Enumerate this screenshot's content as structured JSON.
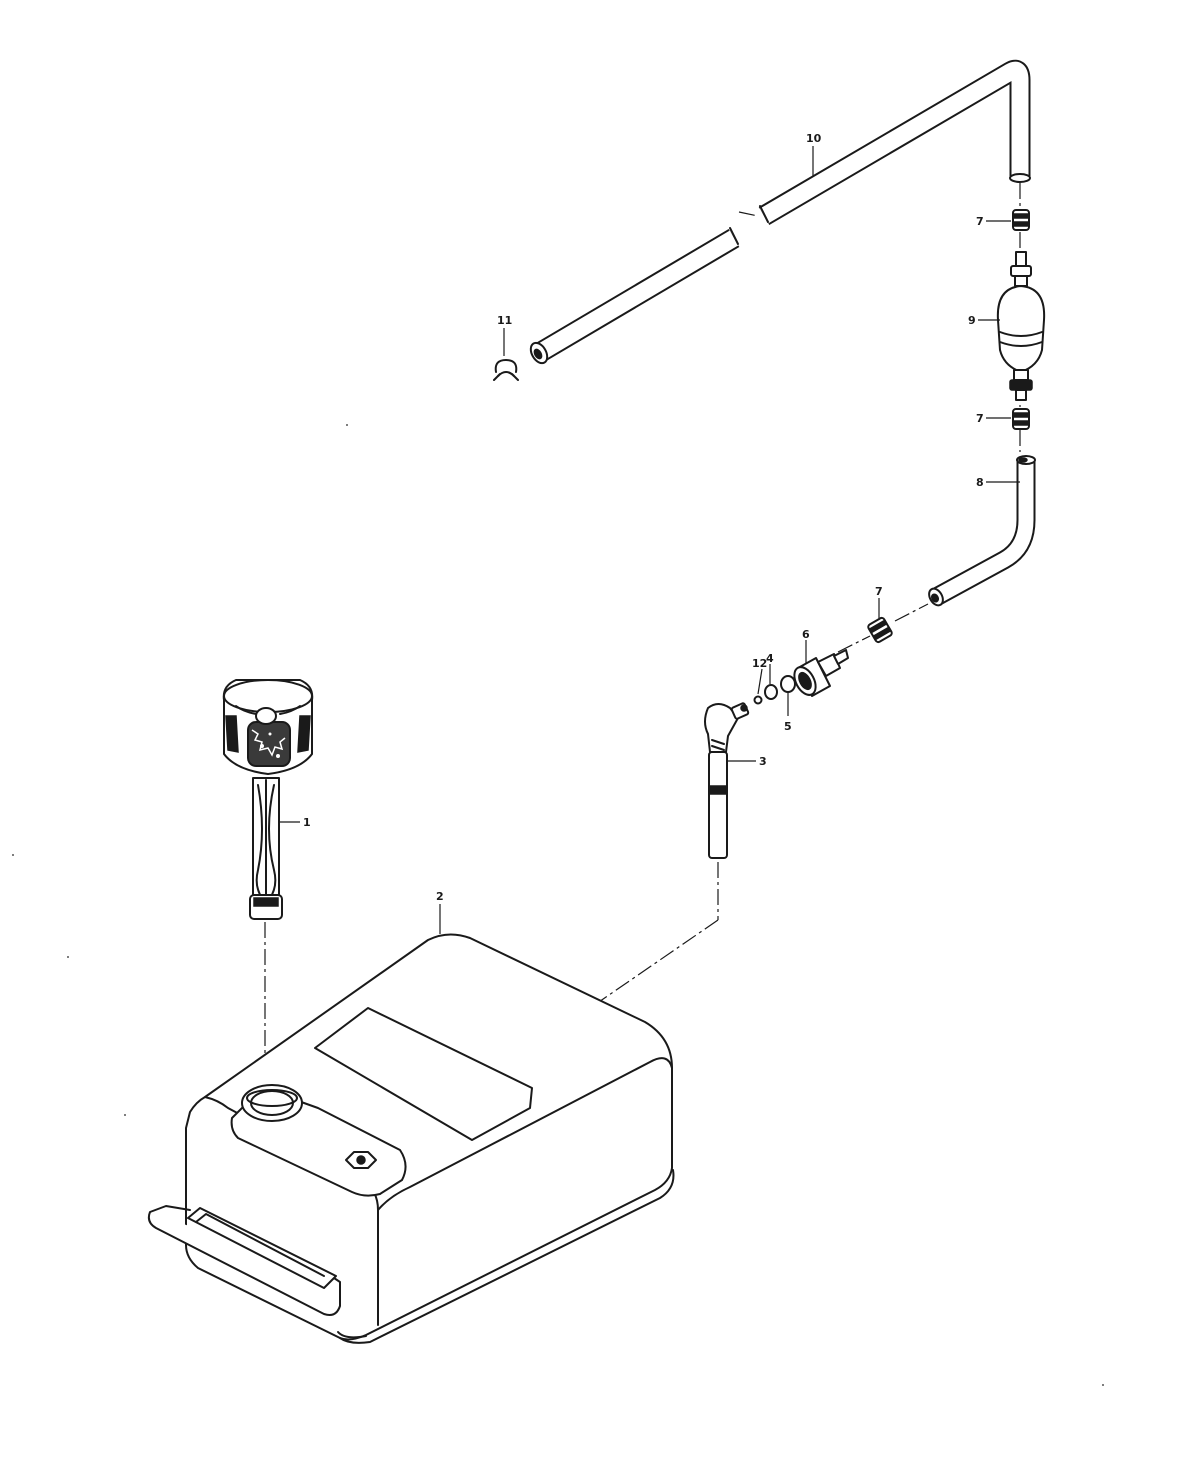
{
  "diagram": {
    "callouts": {
      "p1": "1",
      "p2": "2",
      "p3": "3",
      "p4": "4",
      "p5": "5",
      "p6": "6",
      "p7a": "7",
      "p7b": "7",
      "p7c": "7",
      "p8": "8",
      "p9": "9",
      "p10": "10",
      "p11": "11",
      "p12": "12"
    }
  }
}
